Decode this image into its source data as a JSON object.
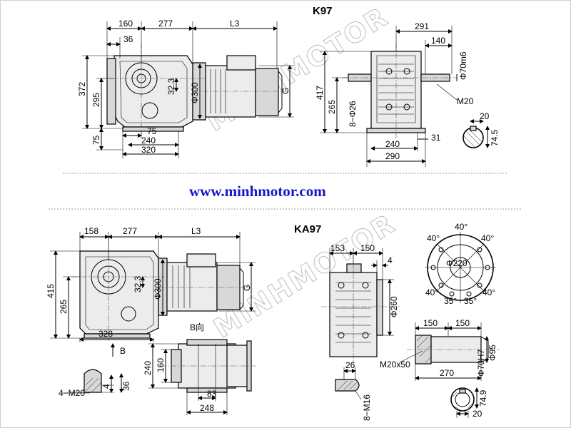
{
  "k97": {
    "title": "K97",
    "dims": {
      "d160": "160",
      "d277": "277",
      "d36": "36",
      "L3": "L3",
      "d372": "372",
      "d295": "295",
      "d75v": "75",
      "d323": "32.3",
      "phi300": "Φ300",
      "G": "G",
      "d75h": "75",
      "d240": "240",
      "d320": "320",
      "d291": "291",
      "d140": "140",
      "phi70m6": "Φ70m6",
      "d417": "417",
      "d265": "265",
      "holes": "8−Φ26",
      "M20": "M20",
      "d20": "20",
      "d745": "74.5",
      "d31": "31",
      "d240b": "240",
      "d290": "290"
    }
  },
  "website": "www.minhmotor.com",
  "ka97": {
    "title": "KA97",
    "dims": {
      "d158": "158",
      "d277": "277",
      "L3": "L3",
      "d415": "415",
      "d265": "265",
      "d323": "32.3",
      "phi300": "Φ300",
      "G": "G",
      "d328": "328",
      "Bdir": "B向",
      "B": "B",
      "d153": "153",
      "d150": "150",
      "d4": "4",
      "phi260": "Φ260",
      "a40_1": "40°",
      "a40_2": "40°",
      "a40_3": "40°",
      "phi220": "Φ220",
      "a40_4": "40°",
      "a35_1": "35°",
      "a35_2": "35°",
      "a40_5": "40°",
      "d240": "240",
      "d160": "160",
      "d83": "83",
      "d248": "248",
      "d4M20": "4−M20",
      "d36": "36",
      "d26": "26",
      "M16": "8−M16",
      "d150a": "150",
      "d150b": "150",
      "phi95": "Φ95",
      "phi70H7": "Φ70H7",
      "M20x50": "M20x50",
      "d270": "270",
      "d749": "74.9",
      "d20": "20"
    }
  },
  "watermark": "MINHMOTOR"
}
